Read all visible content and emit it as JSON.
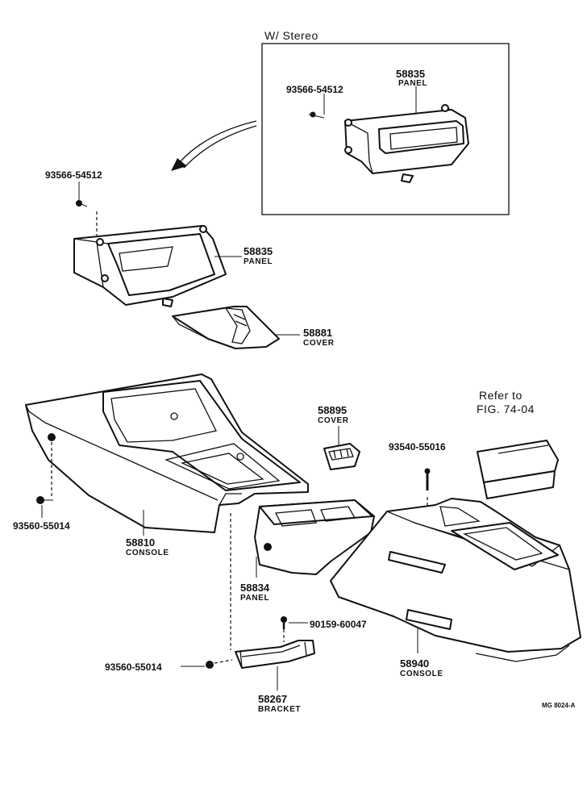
{
  "inset": {
    "title": "W/ Stereo"
  },
  "labels": {
    "inset_panel_number": "58835",
    "inset_panel_name": "PANEL",
    "inset_screw": "93566-54512",
    "screw_top": "93566-54512",
    "panel_number": "58835",
    "panel_name": "PANEL",
    "cover_58881_number": "58881",
    "cover_58881_name": "COVER",
    "cover_58895_number": "58895",
    "cover_58895_name": "COVER",
    "refer_line1": "Refer to",
    "refer_line2": "FIG. 74-04",
    "screw_93540": "93540-55016",
    "screw_93560_left": "93560-55014",
    "console_58810_number": "58810",
    "console_58810_name": "CONSOLE",
    "panel_58834_number": "58834",
    "panel_58834_name": "PANEL",
    "screw_90159": "90159-60047",
    "screw_93560_bottom": "93560-55014",
    "bracket_number": "58267",
    "bracket_name": "BRACKET",
    "console_58940_number": "58940",
    "console_58940_name": "CONSOLE",
    "figure_code": "MG 8024-A"
  }
}
